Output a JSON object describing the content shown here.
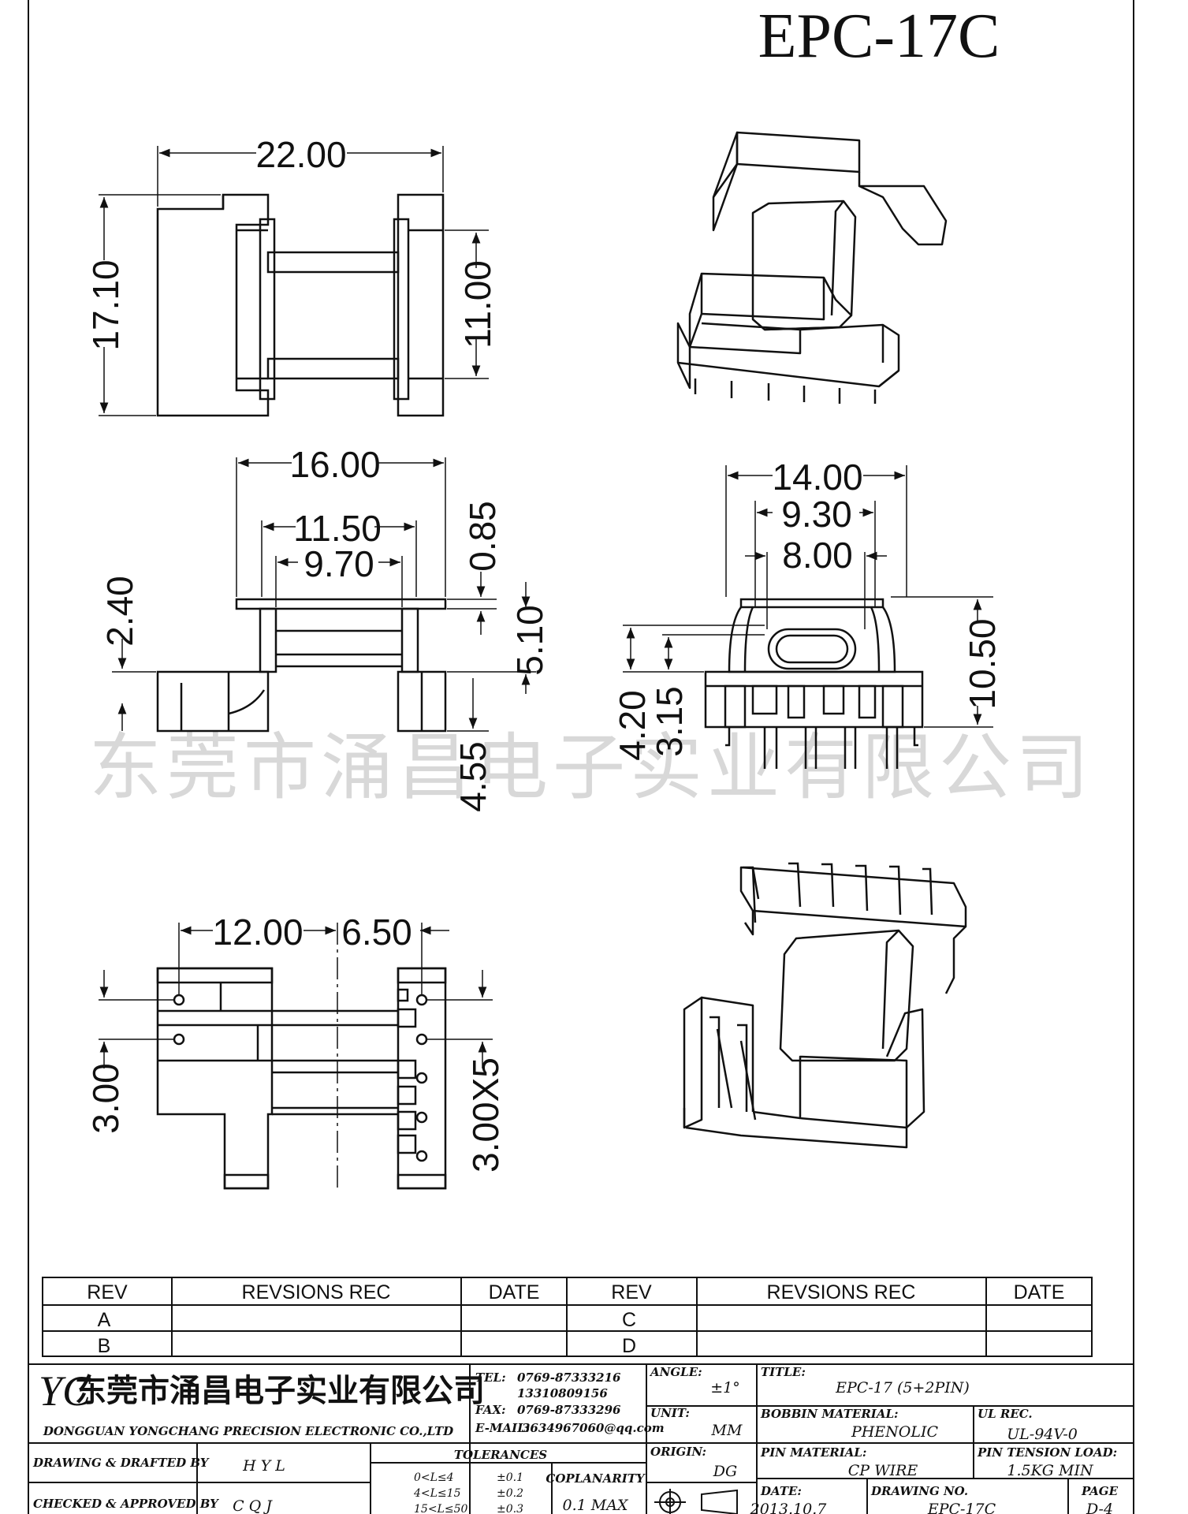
{
  "title": "EPC-17C",
  "watermark": "东莞市涌昌电子实业有限公司",
  "dimensions": {
    "top_width": "22.00",
    "top_height": "17.10",
    "top_inner": "11.00",
    "front_outer": "16.00",
    "front_mid": "11.50",
    "front_inner": "9.70",
    "flange_thk": "0.85",
    "core_h": "2.40",
    "mid_h": "5.10",
    "foot_h": "4.55",
    "side_w": "14.00",
    "side_mid": "9.30",
    "side_inner": "8.00",
    "side_h": "10.50",
    "side_pin1": "4.20",
    "side_pin2": "3.15",
    "bot_left": "12.00",
    "bot_right": "6.50",
    "bot_pitch_left": "3.00",
    "bot_pitch_right": "3.00X5"
  },
  "revisions": {
    "headers": [
      "REV",
      "REVSIONS REC",
      "DATE",
      "REV",
      "REVSIONS REC",
      "DATE"
    ],
    "rows": [
      [
        "A",
        "",
        "",
        "C",
        "",
        ""
      ],
      [
        "B",
        "",
        "",
        "D",
        "",
        ""
      ]
    ]
  },
  "titleblock": {
    "logo": "YC",
    "company_cn": "东莞市涌昌电子实业有限公司",
    "company_en": "DONGGUAN YONGCHANG PRECISION ELECTRONIC CO.,LTD",
    "tel_label": "TEL:",
    "tel": "0769-87333216",
    "tel2": "13310809156",
    "fax_label": "FAX:",
    "fax": "0769-87333296",
    "email_label": "E-MAIL:",
    "email": "3634967060@qq.com",
    "angle_label": "ANGLE:",
    "angle": "±1°",
    "unit_label": "UNIT:",
    "unit": "MM",
    "origin_label": "ORIGIN:",
    "origin": "DG",
    "title_label": "TITLE:",
    "title": "EPC-17 (5+2PIN)",
    "bobbin_label": "BOBBIN MATERIAL:",
    "bobbin": "PHENOLIC",
    "ul_label": "UL REC.",
    "ul": "UL-94V-0",
    "pin_mat_label": "PIN MATERIAL:",
    "pin_mat": "CP WIRE",
    "pin_tension_label": "PIN TENSION LOAD:",
    "pin_tension": "1.5KG MIN",
    "drawn_label": "DRAWING & DRAFTED BY",
    "drawn": "H Y L",
    "checked_label": "CHECKED & APPROVED BY",
    "checked": "C Q J",
    "tolerances_label": "TOLERANCES",
    "tol_rows": [
      [
        "0<L≤4",
        "±0.1"
      ],
      [
        "4<L≤15",
        "±0.2"
      ],
      [
        "15<L≤50",
        "±0.3"
      ]
    ],
    "coplanarity_label": "COPLANARITY",
    "coplanarity": "0.1 MAX",
    "date_label": "DATE:",
    "date": "2013.10.7",
    "drawing_no_label": "DRAWING NO.",
    "drawing_no": "EPC-17C",
    "page_label": "PAGE",
    "page": "D-4"
  }
}
